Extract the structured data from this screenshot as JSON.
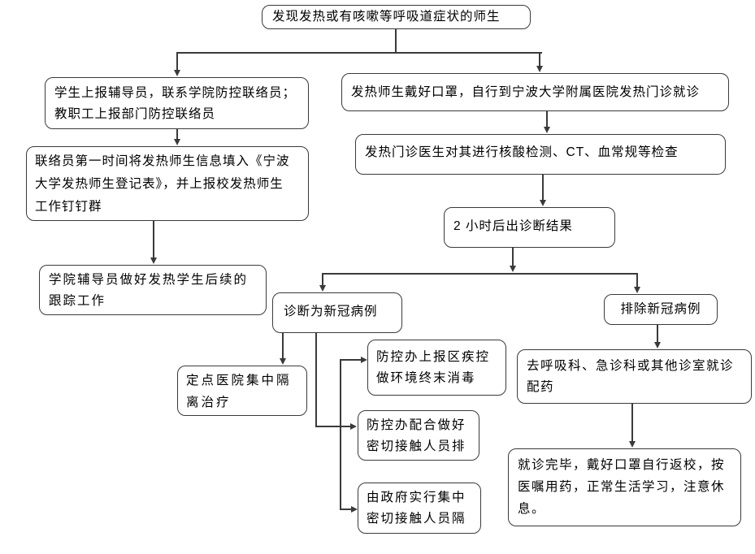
{
  "diagram": {
    "type": "flowchart",
    "language": "zh-CN",
    "colors": {
      "line": "#3a3a3a",
      "background": "#ffffff",
      "text": "#000000"
    }
  },
  "nodes": {
    "start": {
      "text": "发现发热或有咳嗽等呼吸道症状的师生"
    },
    "report": {
      "text": "学生上报辅导员，联系学院防控联络员；\n教职工上报部门防控联络员"
    },
    "register": {
      "text": "联络员第一时间将发热师生信息填入《宁波\n大学发热师生登记表》，并上报校发热师生\n工作钉钉群"
    },
    "followup": {
      "text": "学院辅导员做好发热学生后续的\n跟踪工作"
    },
    "clinic": {
      "text": "发热师生戴好口罩，自行到宁波大学附属医院发热门诊就诊"
    },
    "tests": {
      "text": "发热门诊医生对其进行核酸检测、CT、血常规等检查"
    },
    "result": {
      "text": "2 小时后出诊断结果"
    },
    "diagnosed": {
      "text": "诊断为新冠病例"
    },
    "excluded": {
      "text": "排除新冠病例"
    },
    "hospital": {
      "text": "定点医院集中隔\n离治疗"
    },
    "cdc": {
      "text": "防控办上报区疾控\n做环境终末消毒"
    },
    "contact": {
      "text": "防控办配合做好\n密切接触人员排"
    },
    "government": {
      "text": "由政府实行集中\n密切接触人员隔"
    },
    "respiratory": {
      "text": "去呼吸科、急诊科或其他诊室就诊\n配药"
    },
    "return": {
      "text": "就诊完毕，戴好口罩自行返校，按\n医嘱用药，正常生活学习，注意休\n息。"
    }
  }
}
